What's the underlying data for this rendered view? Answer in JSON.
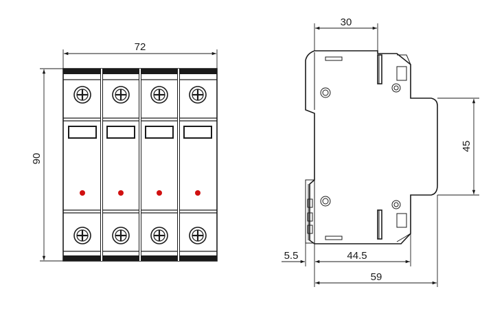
{
  "diagram": {
    "front_view": {
      "pole_count": 4,
      "dimensions": {
        "width": "72",
        "height": "90"
      },
      "indicator_color": "#d01010"
    },
    "side_view": {
      "dimensions": {
        "top_depth": "30",
        "rail_height": "45",
        "clip_offset": "5.5",
        "body_depth": "44.5",
        "total_depth": "59"
      }
    }
  },
  "colors": {
    "line": "#1a1a1a",
    "background": "#ffffff",
    "indicator": "#d01010"
  }
}
